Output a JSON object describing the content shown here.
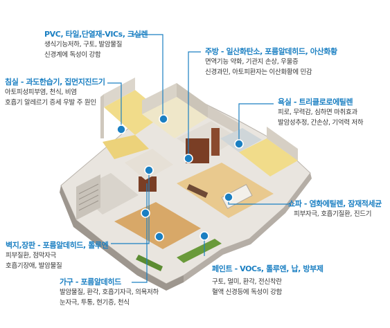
{
  "colors": {
    "accent": "#1a7fc2",
    "text": "#333333"
  },
  "labels": {
    "pvc": {
      "title": "PVC, 타일,단열재-VICs, 크실렌",
      "lines": [
        "생식기능저하, 구토, 발암물질",
        "신경계에 독성이 강함"
      ]
    },
    "kitchen": {
      "title": "주방 - 일산화탄소, 포름알데히드, 아산화황",
      "lines": [
        "면역기능 약화, 기관지 손상, 우울증",
        "신경과민, 아토피환자는 이산화황에 민감"
      ]
    },
    "bed": {
      "title": "침실 - 과도한습기, 집먼지진드기",
      "lines": [
        "아토피성피부염, 천식, 비염",
        "호흡기 알레르기 증세 우발 주 원인"
      ]
    },
    "bath": {
      "title": "욕실 - 트리클로로에틸렌",
      "lines": [
        "피로, 무력감, 심하면 마취효과",
        "발암성추정, 간손상, 기억력 저하"
      ]
    },
    "sofa": {
      "title": "쇼파 - 염화에틸렌, 잠재적세균",
      "lines": [
        "피부자극, 호흡기질환, 진드기"
      ]
    },
    "wall": {
      "title": "벽지,장판 - 포름알데히드, 톨루엔",
      "lines": [
        "피부질환, 점막자극",
        "호흡기장애, 발암물질"
      ]
    },
    "furn": {
      "title": "가구 - 포름알데히드",
      "lines": [
        "발암물질, 환각, 호흡기자극, 의욕저하",
        "눈자극, 투통, 현기증, 천식"
      ]
    },
    "paint": {
      "title": "페인트 - VOCs, 톨루엔, 납, 방부제",
      "lines": [
        "구토, 멀미, 환각, 전신착란",
        "혈액 신경등에 독성이 강함"
      ]
    }
  }
}
